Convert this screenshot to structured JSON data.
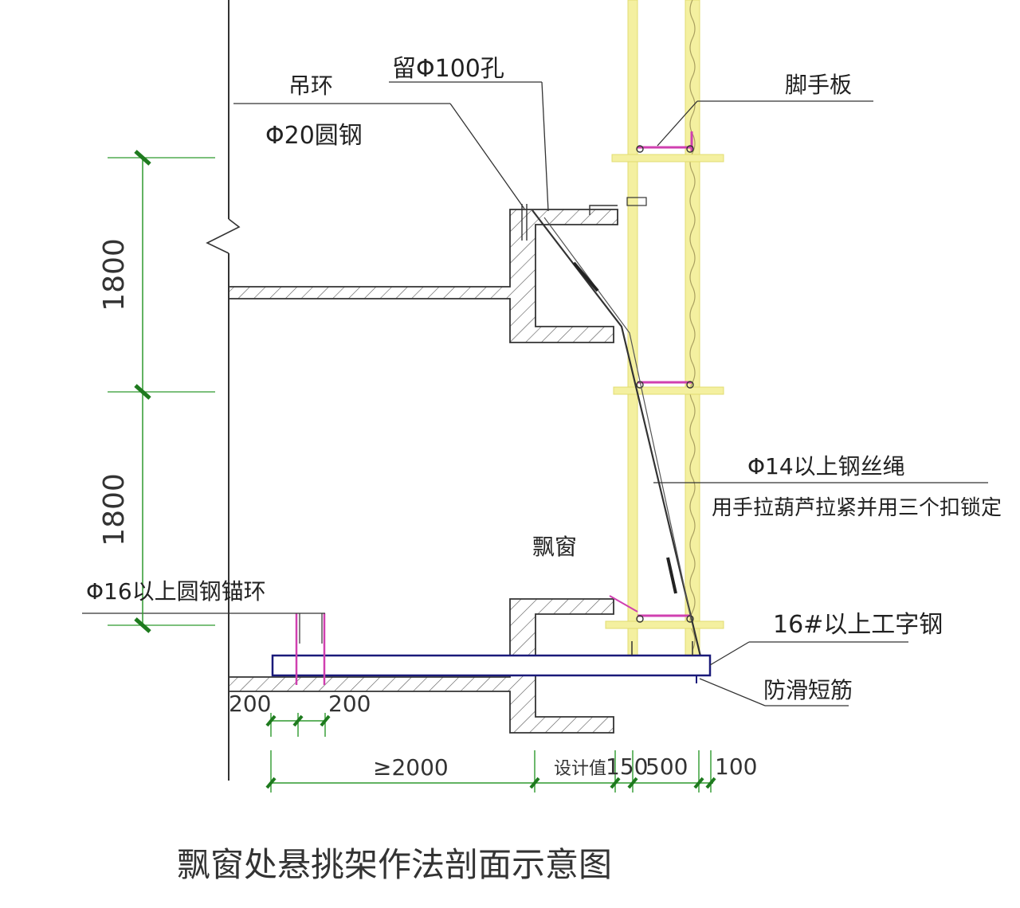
{
  "labels": {
    "hanging_ring": "吊环",
    "hole": "留Φ100孔",
    "round_steel_20": "Φ20圆钢",
    "scaffold_board": "脚手板",
    "wire_rope": "Φ14以上钢丝绳",
    "tighten_note": "用手拉葫芦拉紧并用三个扣锁定",
    "bay_window": "飘窗",
    "anchor_ring": "Φ16以上圆钢锚环",
    "i_beam": "16#以上工字钢",
    "anti_slip": "防滑短筋"
  },
  "dimensions": {
    "height_upper": "1800",
    "height_lower": "1800",
    "anchor_left": "200",
    "anchor_right": "200",
    "embed_length": "≥2000",
    "design_value": "设计值",
    "gap_150": "150",
    "gap_500": "500",
    "gap_100": "100"
  },
  "caption": "飘窗处悬挑架作法剖面示意图",
  "colors": {
    "line": "#333333",
    "dimension": "#2e9a2e",
    "scaffold": "#f0ec90",
    "beam": "#1a1a7a",
    "magenta": "#d040b0"
  }
}
